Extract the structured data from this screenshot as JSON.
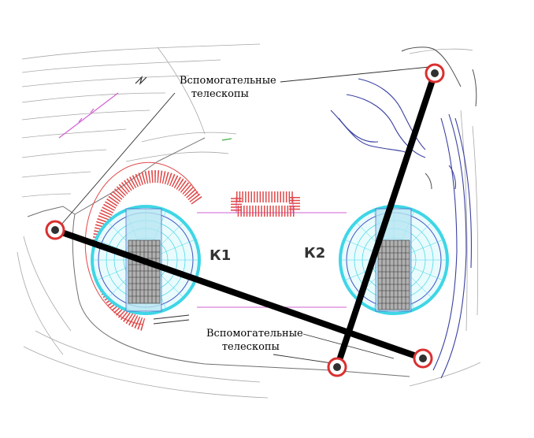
{
  "labels": {
    "aux_top_line1": "Вспомогательные",
    "aux_top_line2": "телескопы",
    "aux_bottom_line1": "Вспомогательные",
    "aux_bottom_line2": "телескопы",
    "dome_k1": "К1",
    "dome_k2": "К2"
  },
  "colors": {
    "terrain": "#9a9a9a",
    "road_blue": "#3a40a0",
    "dome_cyan": "#3fd6e6",
    "dome_blue": "#4050c0",
    "hatch_red": "#e04848",
    "magenta": "#d060d0",
    "baseline": "#000000",
    "telescope_ring": "#d93030"
  },
  "telescopes": [
    {
      "name": "aux-telescope-top-right"
    },
    {
      "name": "aux-telescope-left"
    },
    {
      "name": "aux-telescope-bottom"
    },
    {
      "name": "aux-telescope-bottom-right"
    }
  ]
}
